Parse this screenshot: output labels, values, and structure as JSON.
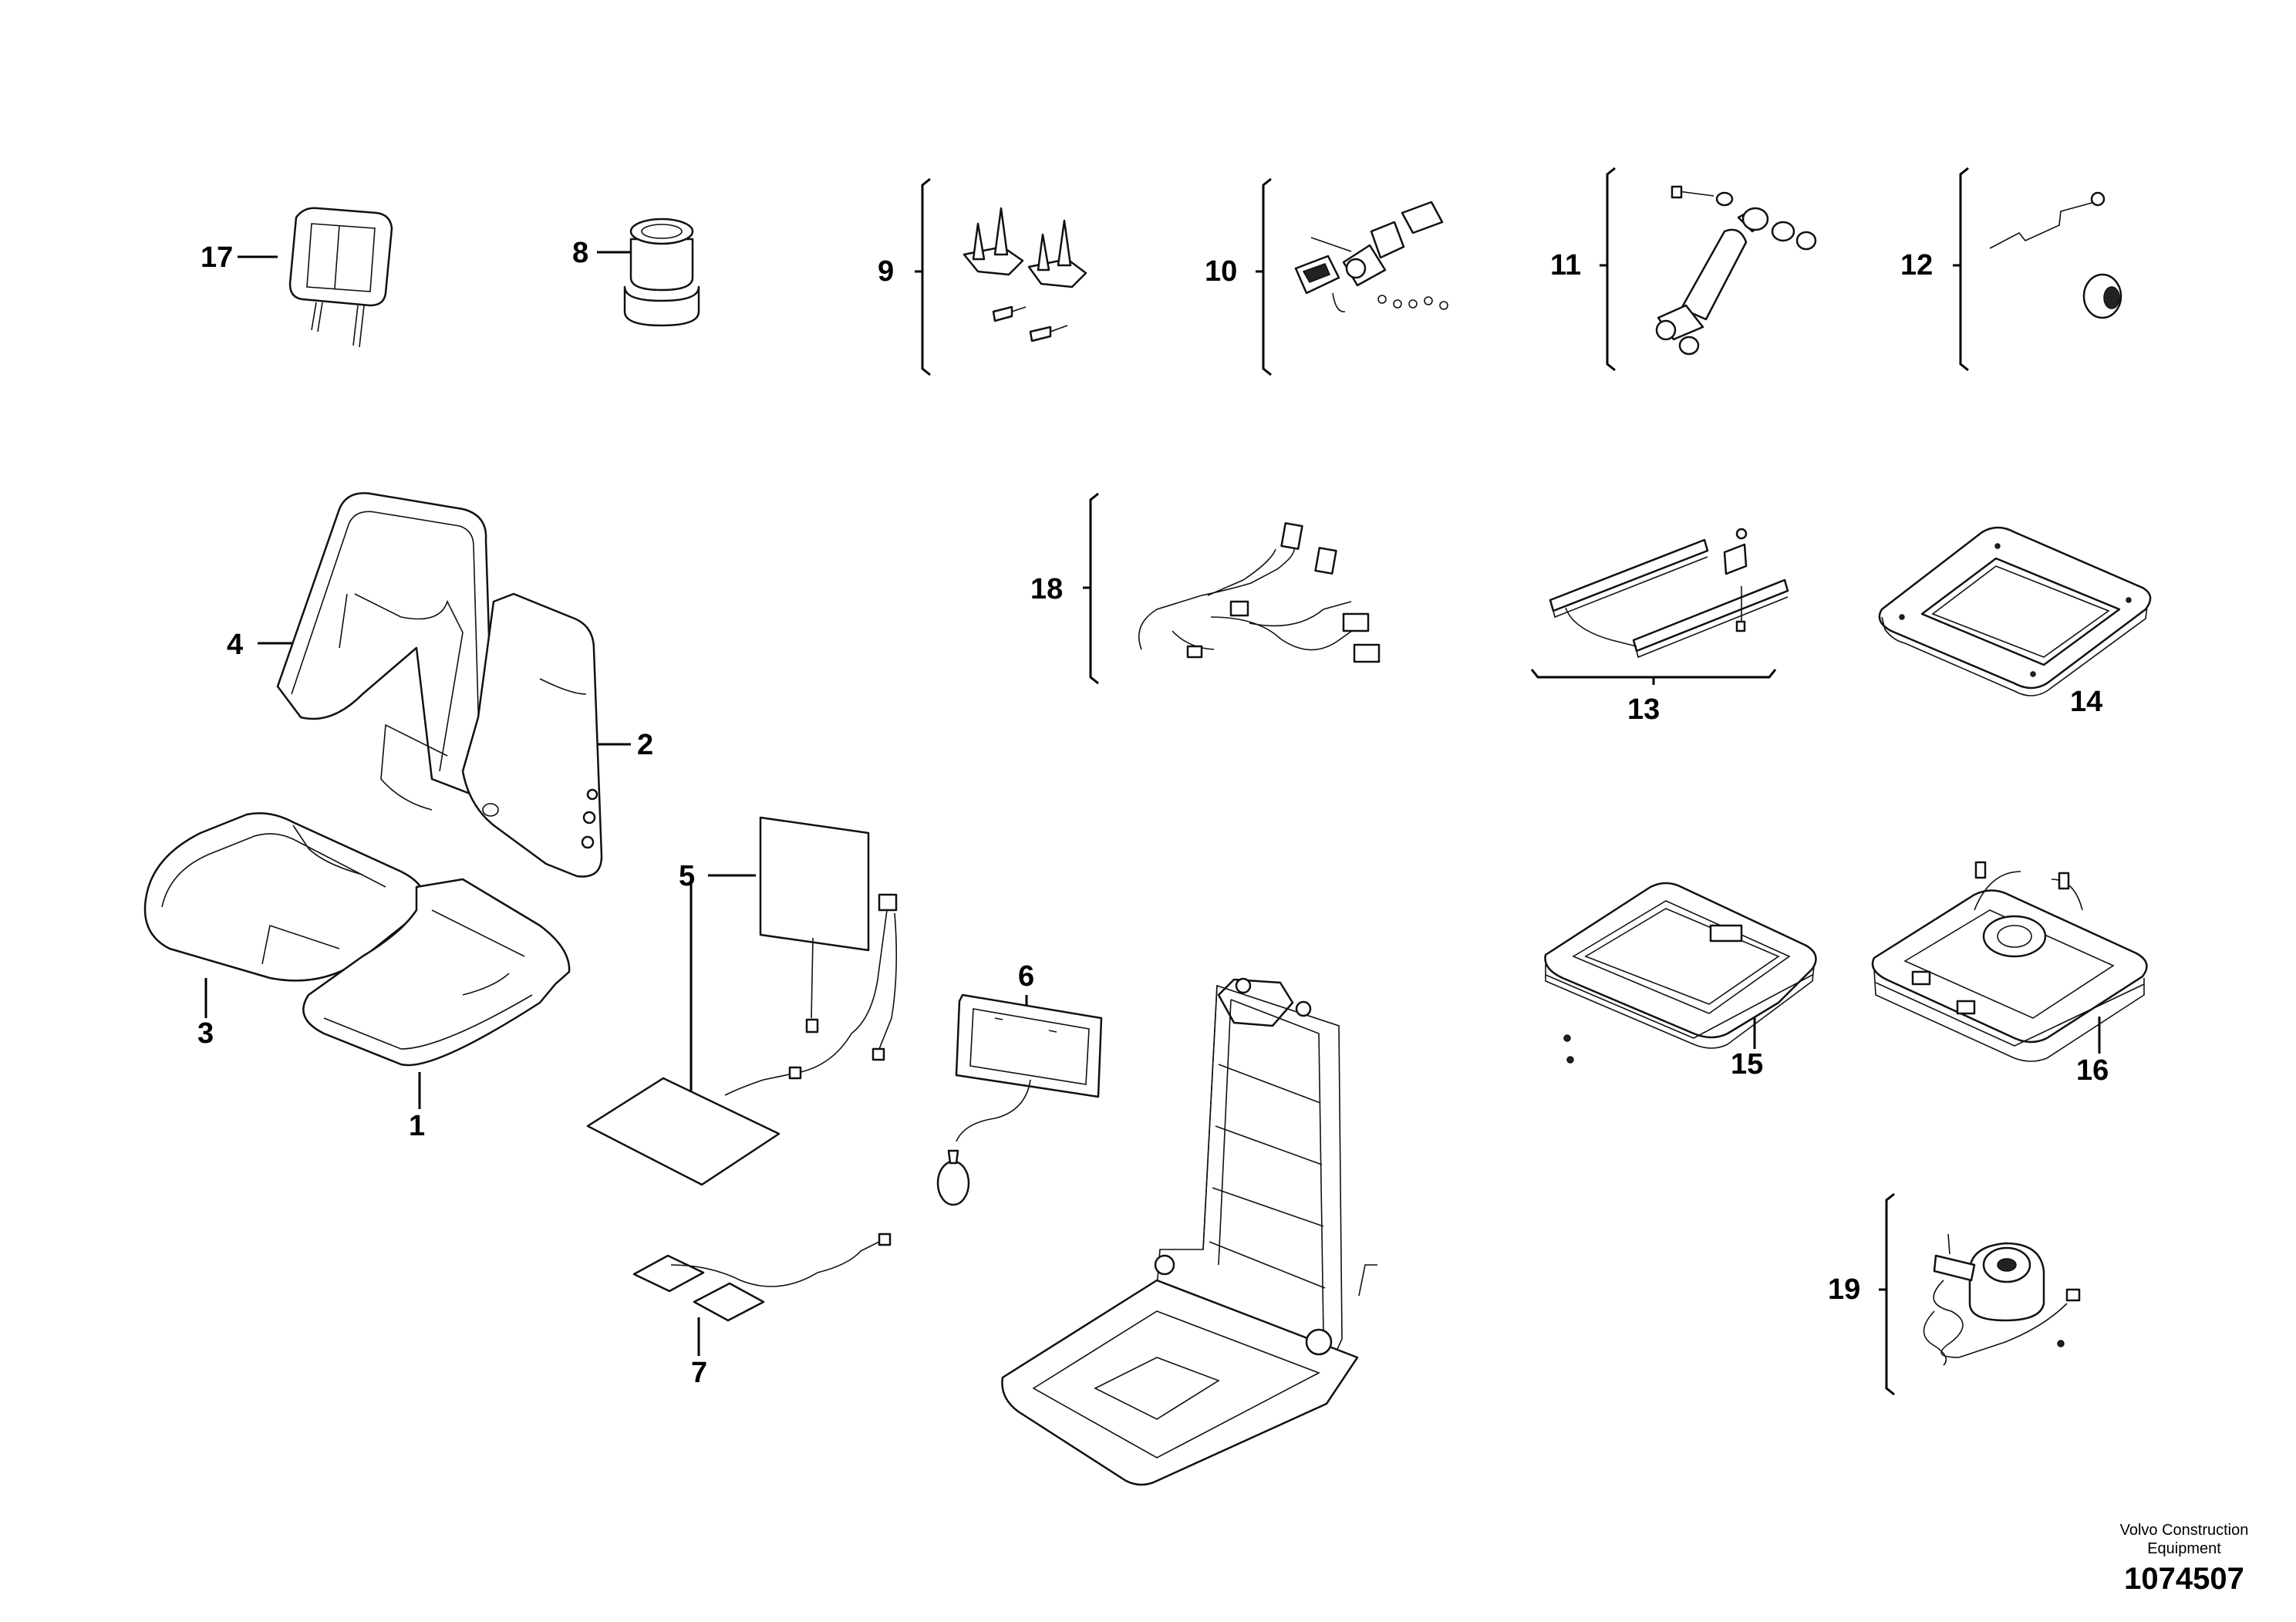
{
  "callouts": [
    "17",
    "8",
    "9",
    "10",
    "11",
    "12",
    "18",
    "13",
    "14",
    "4",
    "2",
    "3",
    "1",
    "5",
    "6",
    "7",
    "15",
    "16",
    "19"
  ],
  "footer": {
    "line1": "Volvo Construction",
    "line2": "Equipment",
    "code": "1074507"
  }
}
